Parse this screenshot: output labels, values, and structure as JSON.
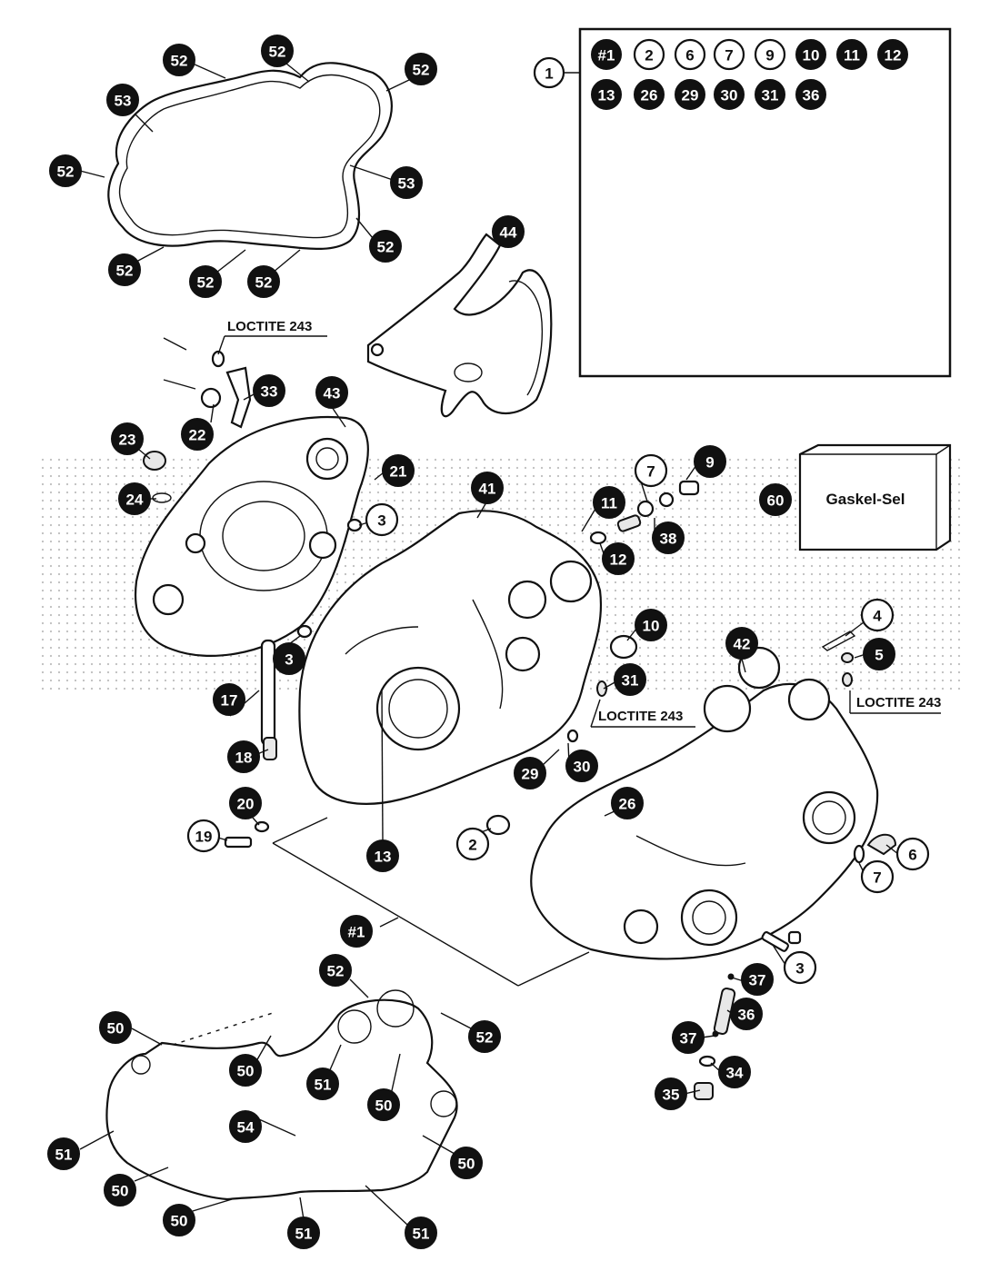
{
  "kit_box": {
    "callout": "1",
    "row1": [
      "#1",
      "2",
      "6",
      "7",
      "9",
      "10",
      "11",
      "12"
    ],
    "row2": [
      "13",
      "26",
      "29",
      "30",
      "31",
      "36"
    ]
  },
  "gasket_set": {
    "callout": "60",
    "label": "Gaskel-Sel"
  },
  "loctite_notes": [
    "LOCTITE 243",
    "LOCTITE 243",
    "LOCTITE 243"
  ],
  "callouts": {
    "top_gasket": [
      "52",
      "52",
      "52",
      "53",
      "52",
      "53",
      "52",
      "52",
      "52",
      "52"
    ],
    "bracket": "44",
    "screws_cover": [
      "22",
      "33",
      "43",
      "23",
      "24",
      "21",
      "3",
      "3"
    ],
    "center_case": [
      "41",
      "11",
      "12",
      "7",
      "9",
      "38",
      "60",
      "10",
      "31",
      "29",
      "30",
      "13",
      "2",
      "17",
      "18",
      "20",
      "19"
    ],
    "right_case": [
      "4",
      "5",
      "42",
      "26",
      "6",
      "7",
      "3",
      "37",
      "36",
      "37",
      "34",
      "35",
      "#1"
    ],
    "bottom_gasket": [
      "52",
      "52",
      "50",
      "50",
      "51",
      "50",
      "54",
      "51",
      "50",
      "50",
      "50",
      "51",
      "51"
    ]
  }
}
